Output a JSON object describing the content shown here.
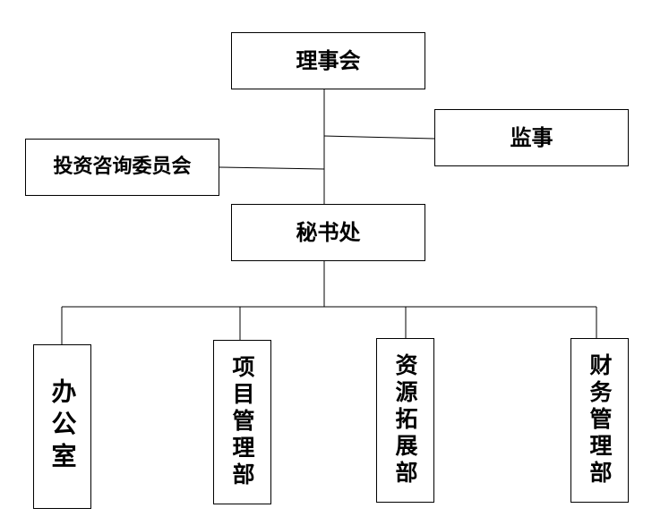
{
  "org_chart": {
    "nodes": {
      "council": "理事会",
      "supervisor": "监事",
      "investment_committee": "投资咨询委员会",
      "secretariat": "秘书处",
      "office": "办公室",
      "project_department": "项目管理部",
      "resource_department": "资源拓展部",
      "finance_department": "财务管理部"
    },
    "edges": [
      [
        "council",
        "secretariat"
      ],
      [
        "council",
        "supervisor"
      ],
      [
        "council",
        "investment_committee"
      ],
      [
        "secretariat",
        "office"
      ],
      [
        "secretariat",
        "project_department"
      ],
      [
        "secretariat",
        "resource_department"
      ],
      [
        "secretariat",
        "finance_department"
      ]
    ]
  }
}
